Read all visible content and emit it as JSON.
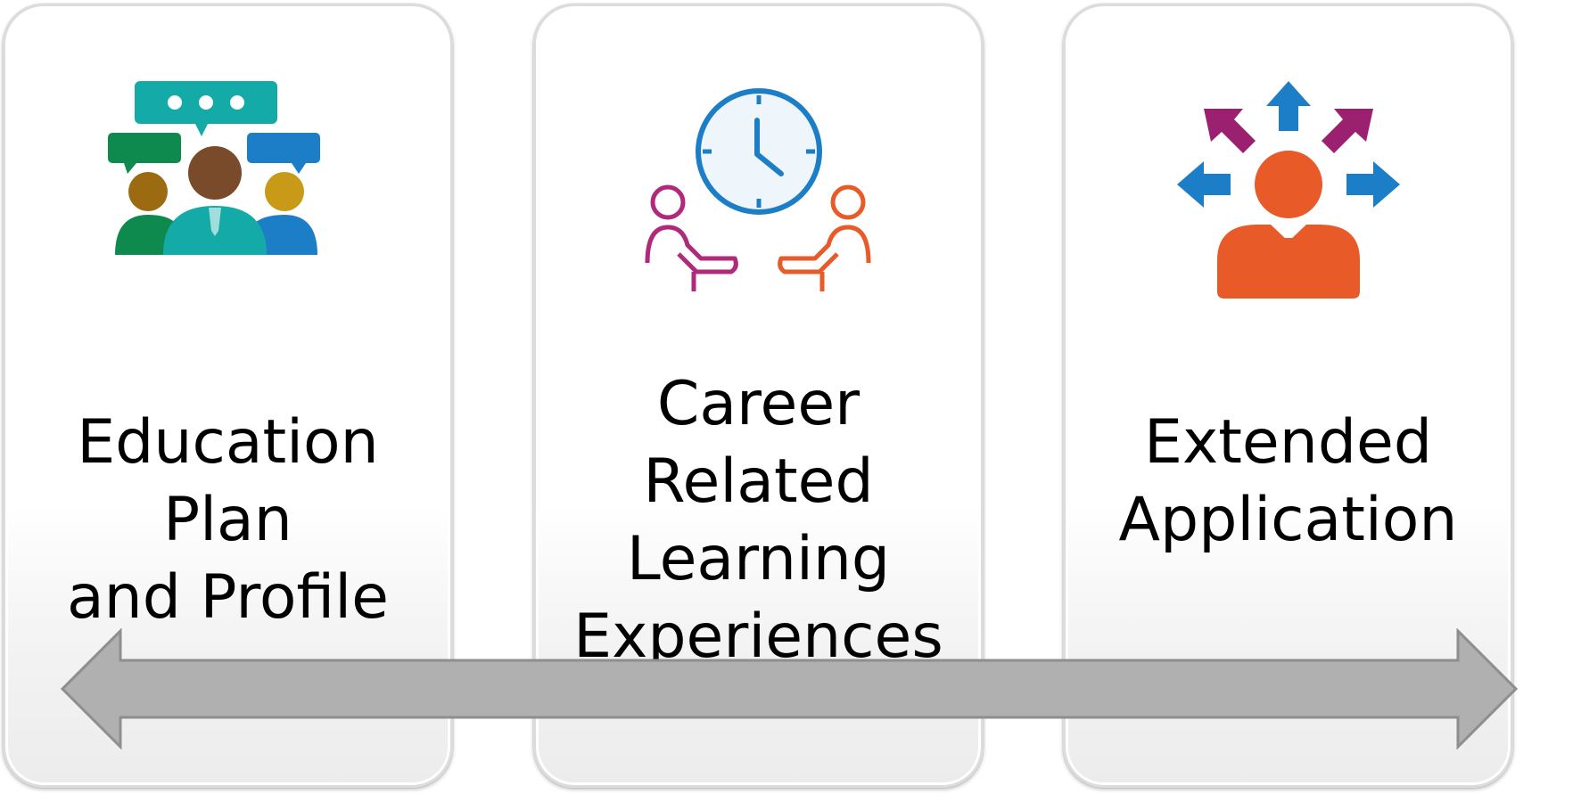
{
  "cards": [
    {
      "title": "Education Plan\nand Profile"
    },
    {
      "title": "Career Related\nLearning\nExperiences"
    },
    {
      "title": "Extended\nApplication"
    }
  ],
  "colors": {
    "arrow_fill": "#b0b0b0",
    "arrow_stroke": "#8e8e8e",
    "teal": "#14aaa7",
    "green": "#0f8a4f",
    "blue": "#1d7ec8",
    "brown": "#7a4b2b",
    "magenta": "#b0297a",
    "orange": "#e85a28",
    "purple": "#9b2170"
  },
  "icons": [
    "people-discussion-icon",
    "clock-meeting-icon",
    "person-options-icon"
  ]
}
